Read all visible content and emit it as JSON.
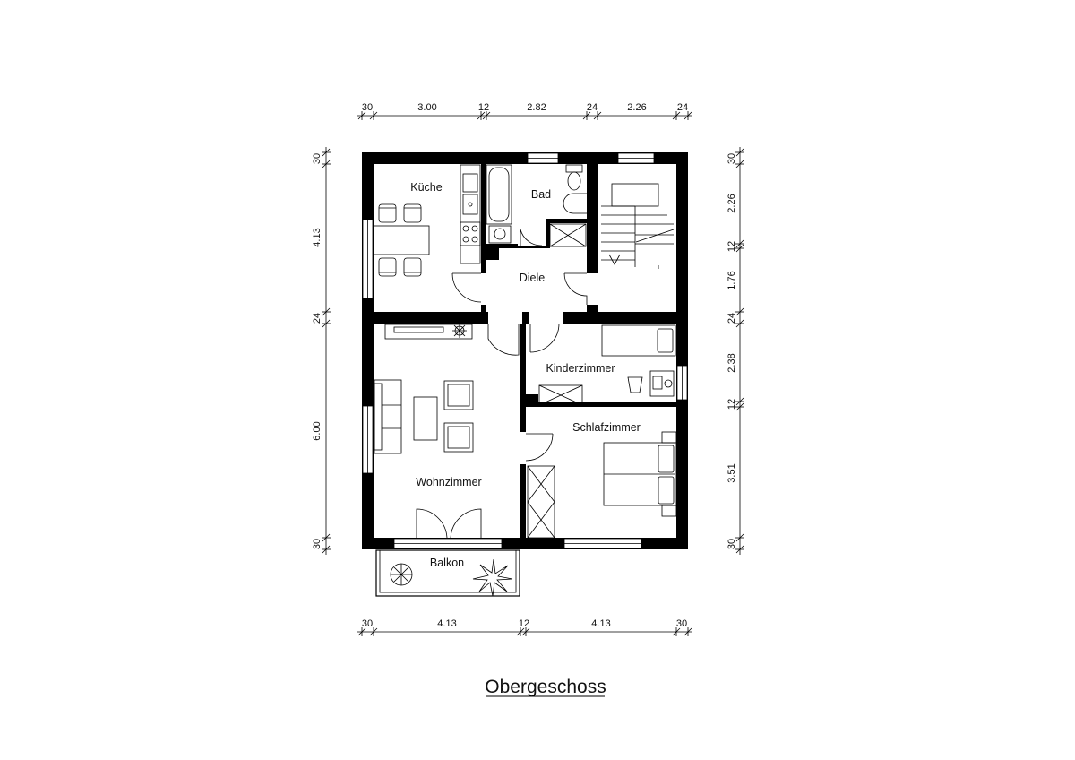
{
  "title": "Obergeschoss",
  "rooms": {
    "kueche": "Küche",
    "bad": "Bad",
    "diele": "Diele",
    "wohnzimmer": "Wohnzimmer",
    "kinderzimmer": "Kinderzimmer",
    "schlafzimmer": "Schlafzimmer",
    "balkon": "Balkon"
  },
  "dimensions": {
    "top": [
      "30",
      "3.00",
      "12",
      "2.82",
      "24",
      "2.26",
      "24"
    ],
    "bottom": [
      "30",
      "4.13",
      "12",
      "4.13",
      "30"
    ],
    "left": [
      "30",
      "4.13",
      "24",
      "6.00",
      "30"
    ],
    "right": [
      "30",
      "2.26",
      "12",
      "1.76",
      "24",
      "2.38",
      "12",
      "3.51",
      "30"
    ]
  }
}
